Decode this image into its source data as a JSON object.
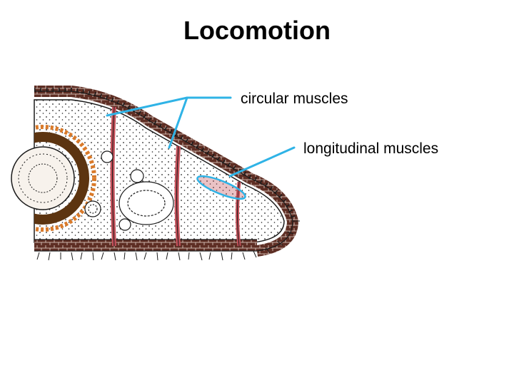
{
  "title": "Locomotion",
  "labels": {
    "circular": "circular muscles",
    "longitudinal": "longitudinal muscles"
  },
  "colors": {
    "leader": "#2fb3e6",
    "body_wall": "#5e2e24",
    "muscle": "#c4505a",
    "gut_ring": "#5c3410",
    "nerve_orange": "#d97a2a",
    "outline": "#1a1a1a"
  }
}
